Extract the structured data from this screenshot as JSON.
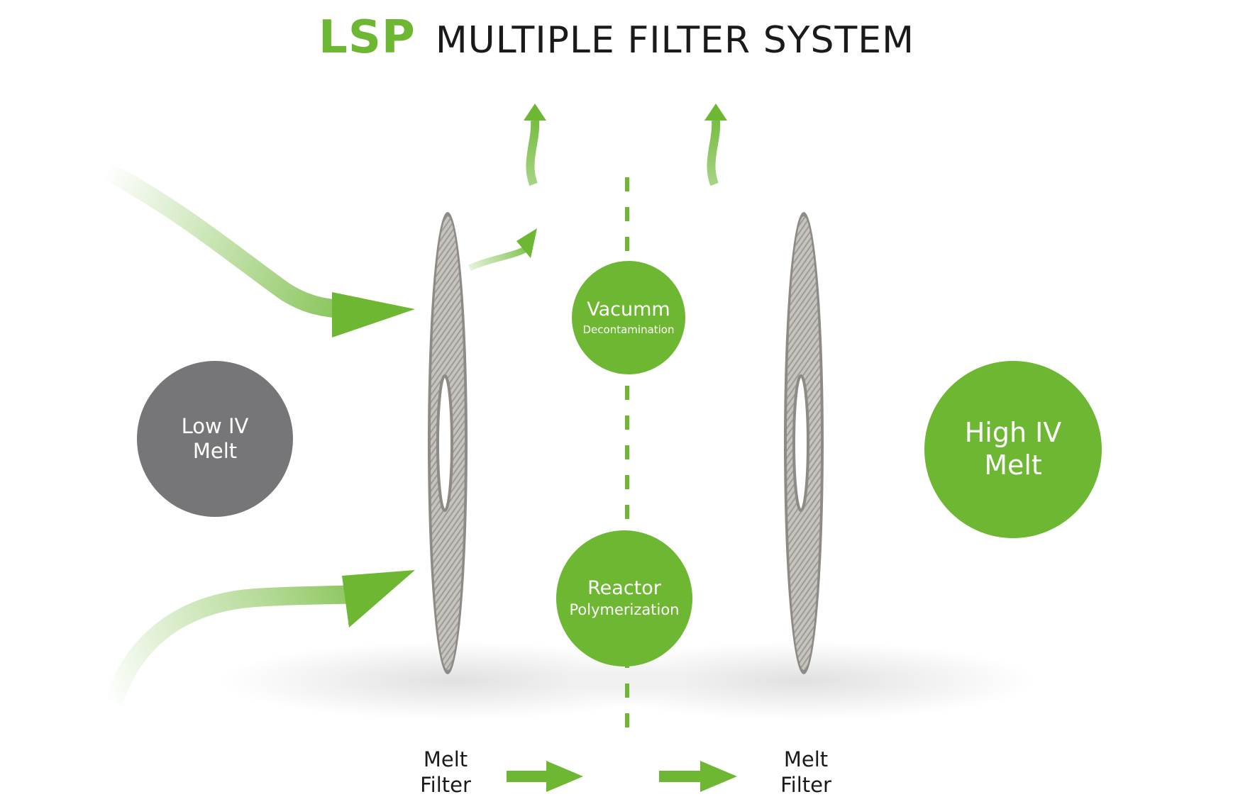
{
  "title": {
    "brand": "LSP",
    "text": "MULTIPLE FILTER SYSTEM"
  },
  "nodes": {
    "low_iv": {
      "line1": "Low IV",
      "line2": "Melt"
    },
    "high_iv": {
      "line1": "High IV",
      "line2": "Melt"
    },
    "vacuum": {
      "line1": "Vacumm",
      "line2": "Decontamination"
    },
    "reactor": {
      "line1": "Reactor",
      "line2": "Polymerization"
    }
  },
  "filters": {
    "left": {
      "line1": "Melt",
      "line2": "Filter"
    },
    "right": {
      "line1": "Melt",
      "line2": "Filter"
    }
  },
  "colors": {
    "brand_green": "#6db733",
    "gray_node": "#767577",
    "filter_disc": "#b3b0ac",
    "text": "#1a1a1a"
  },
  "icons": [
    "inflow-arrow-icon",
    "outflow-arrow-icon",
    "flow-right-arrow-icon",
    "filter-disc-icon"
  ]
}
